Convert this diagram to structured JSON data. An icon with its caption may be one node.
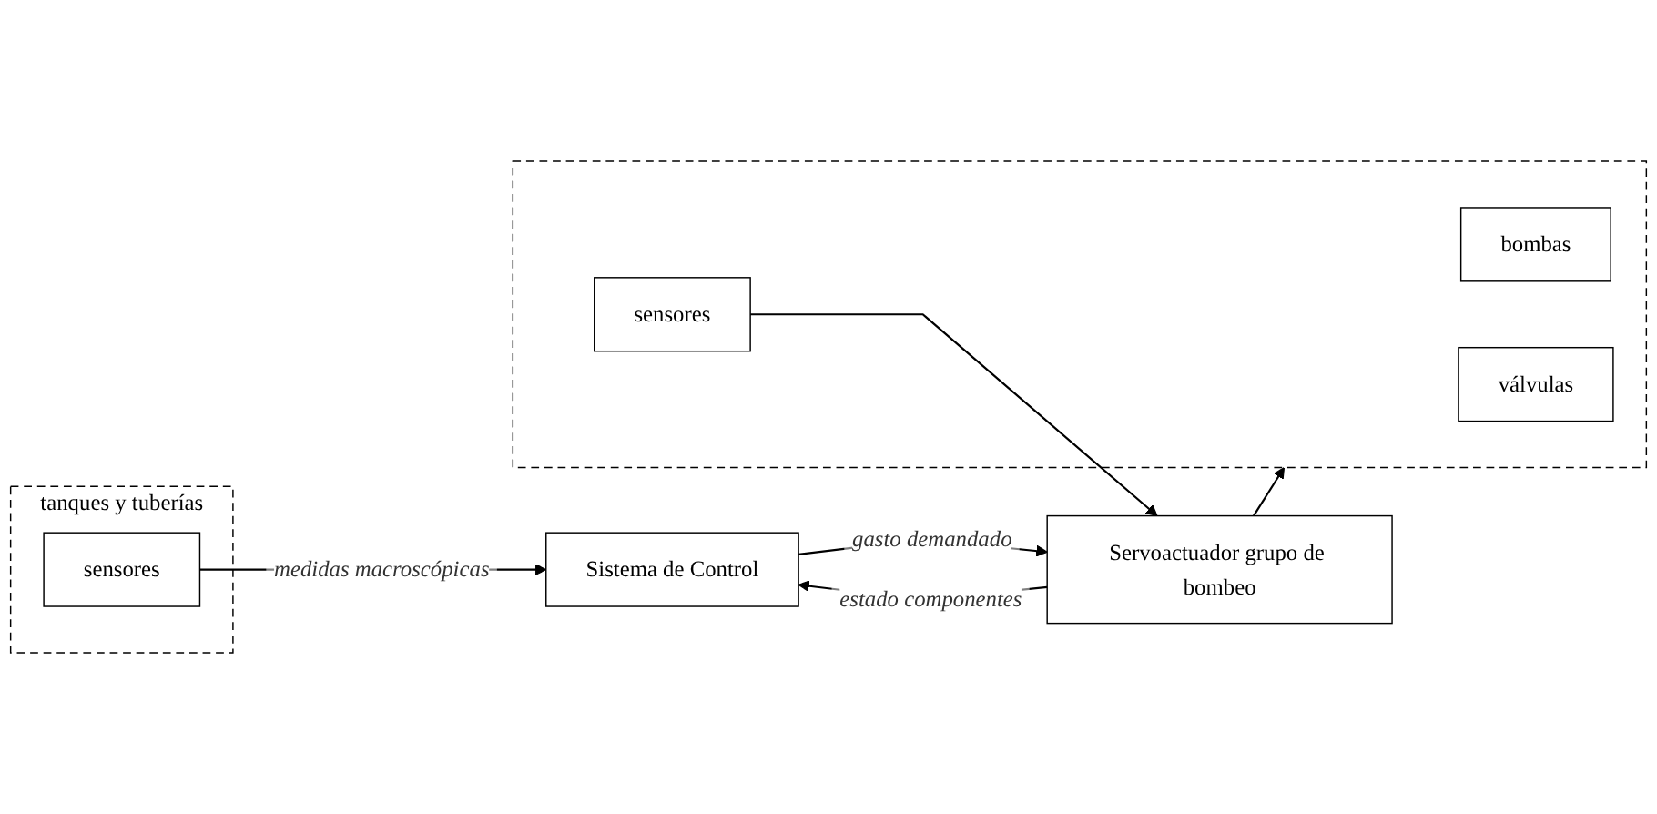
{
  "diagram": {
    "nodes": [
      {
        "text": [
          "Sistema de Control"
        ]
      },
      {
        "text": [
          "Servoactuador grupo de bombeo"
        ]
      },
      {
        "text": [],
        "shape": "box"
      },
      {
        "text": [
          "bombas"
        ],
        "in": 2
      },
      {
        "text": [
          "válvulas"
        ],
        "in": 2
      },
      {
        "text": [
          "sensores"
        ],
        "in": 2
      },
      {
        "text": [
          "tanques y tuberías"
        ]
      },
      {
        "text": [
          "sensores"
        ],
        "in": 6
      }
    ],
    "edges": [
      {
        "from": 0,
        "to": 1,
        "arrow": "to",
        "label": "gasto demandado"
      },
      {
        "from": 1,
        "to": 0,
        "arrow": "to",
        "label": "estado componentes"
      },
      {
        "from": 1,
        "to": 2,
        "arrow": "to"
      },
      {
        "from": 5,
        "to": 1,
        "arrow": "to"
      },
      {
        "from": 7,
        "to": 0,
        "arrow": "to",
        "label": "medidas macroscópicas"
      }
    ]
  }
}
